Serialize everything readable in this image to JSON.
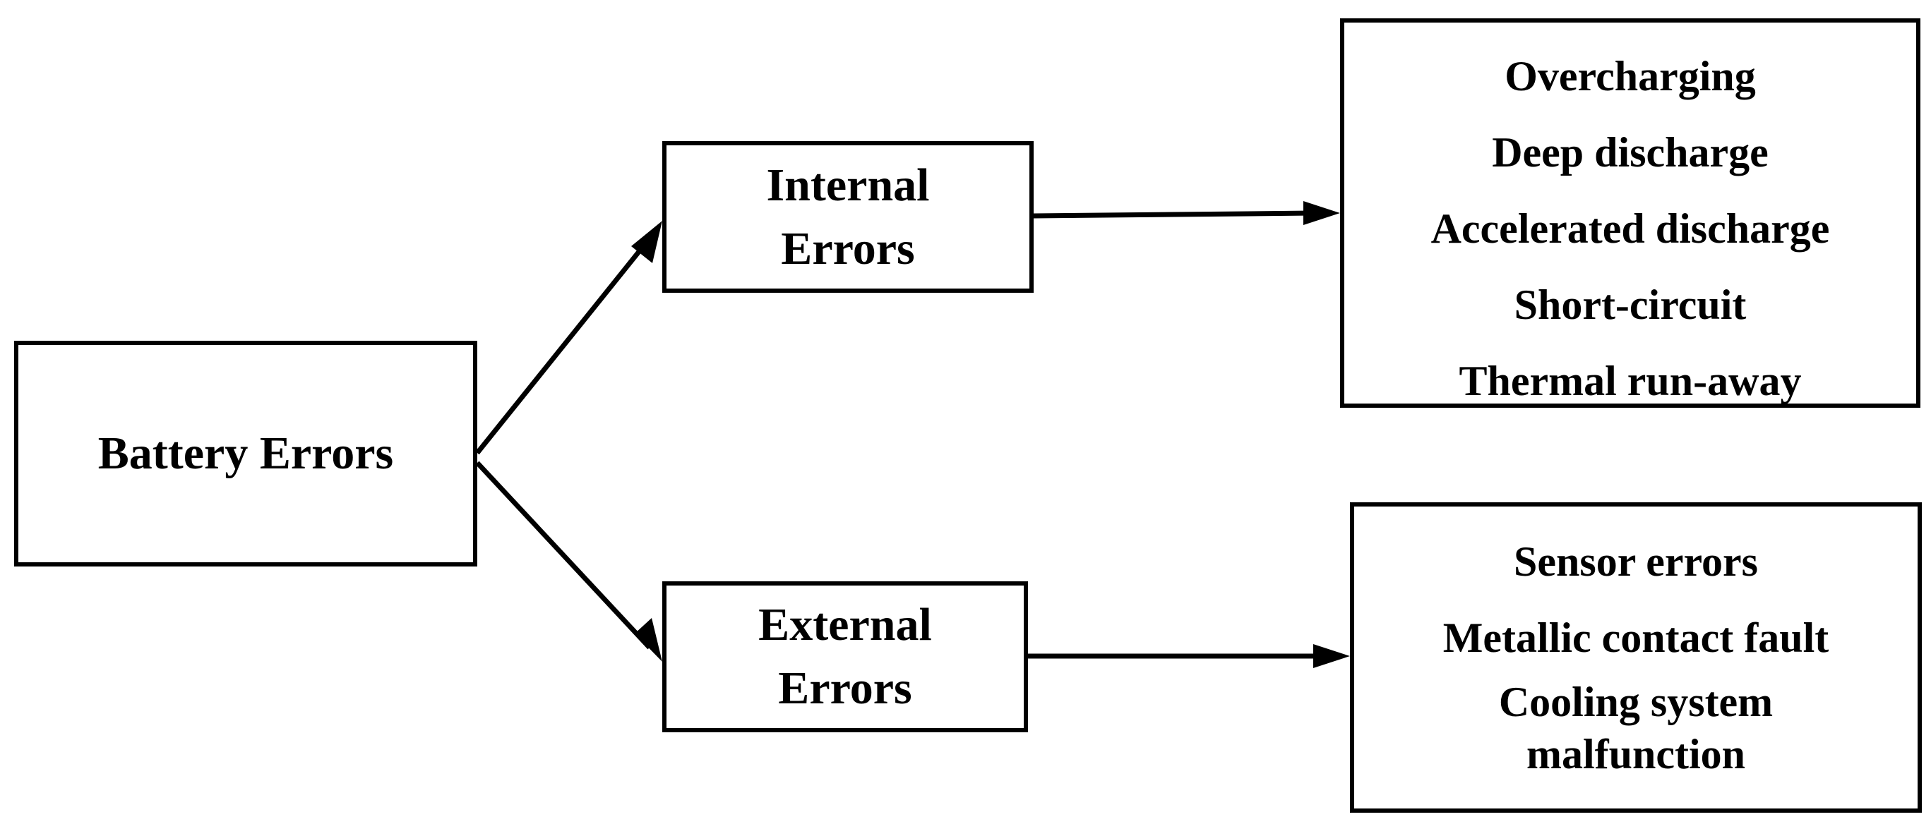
{
  "root": {
    "label": "Battery Errors"
  },
  "internal": {
    "label_line1": "Internal",
    "label_line2": "Errors",
    "items": [
      "Overcharging",
      "Deep discharge",
      "Accelerated discharge",
      "Short-circuit",
      "Thermal run-away"
    ]
  },
  "external": {
    "label_line1": "External",
    "label_line2": "Errors",
    "items": [
      "Sensor errors",
      "Metallic contact fault",
      "Cooling system malfunction"
    ]
  },
  "colors": {
    "stroke": "#000000",
    "background": "#ffffff"
  }
}
